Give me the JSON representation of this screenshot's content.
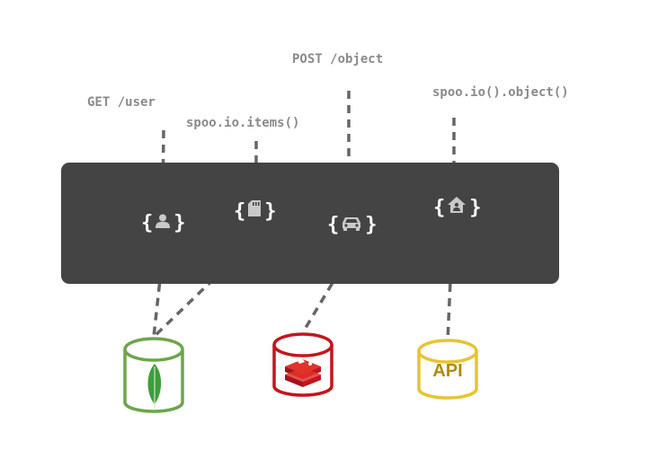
{
  "labels": {
    "get_user": "GET /user",
    "items": "spoo.io.items()",
    "post_object": "POST /object",
    "object_call": "spoo.io().object()"
  },
  "panel": {
    "nodes": [
      {
        "name": "user",
        "icon": "user-icon",
        "open": "{",
        "close": "}"
      },
      {
        "name": "items",
        "icon": "sd-card-icon",
        "open": "{",
        "close": "}"
      },
      {
        "name": "car",
        "icon": "car-icon",
        "open": "{",
        "close": "}"
      },
      {
        "name": "home",
        "icon": "home-icon",
        "open": "{",
        "close": "}"
      }
    ]
  },
  "databases": [
    {
      "name": "mongodb",
      "icon": "leaf-icon",
      "color": "#6ca64a"
    },
    {
      "name": "redis",
      "icon": "redis-cubes-icon",
      "color": "#c4151c"
    },
    {
      "name": "api",
      "text": "API",
      "color": "#e8c332",
      "text_color": "#b08a12"
    }
  ],
  "colors": {
    "panel": "#444444",
    "connector": "#666666",
    "node_icon": "#c9c9c9",
    "label": "#8a8a8a"
  }
}
